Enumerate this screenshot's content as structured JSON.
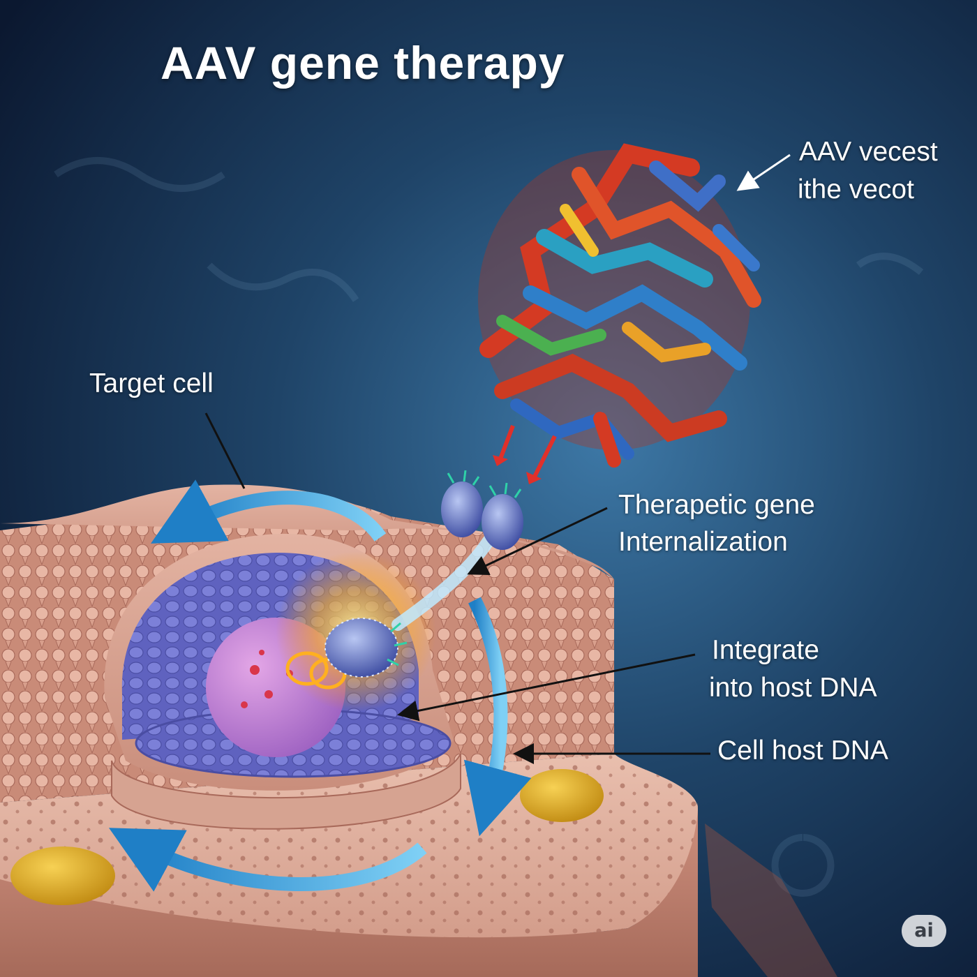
{
  "title": "AAV gene therapy",
  "labels": {
    "aav_vector_line1": "AAV vecest",
    "aav_vector_line2": "ithe vecot",
    "target_cell": "Target cell",
    "therapeutic_line1": "Therapetic gene",
    "therapeutic_line2": "Internalization",
    "integrate_line1": "Integrate",
    "integrate_line2": "into host DNA",
    "cell_host_dna": "Cell host DNA"
  },
  "badge": "ai",
  "colors": {
    "background": "#0e1e36",
    "membrane": "#d9a08f",
    "nucleus": "#6f72c9",
    "nucleolus": "#c78ad6",
    "flow_arrow": "#3aa6e0",
    "pointer_arrow": "#e0302a",
    "label_text": "#ffffff"
  }
}
